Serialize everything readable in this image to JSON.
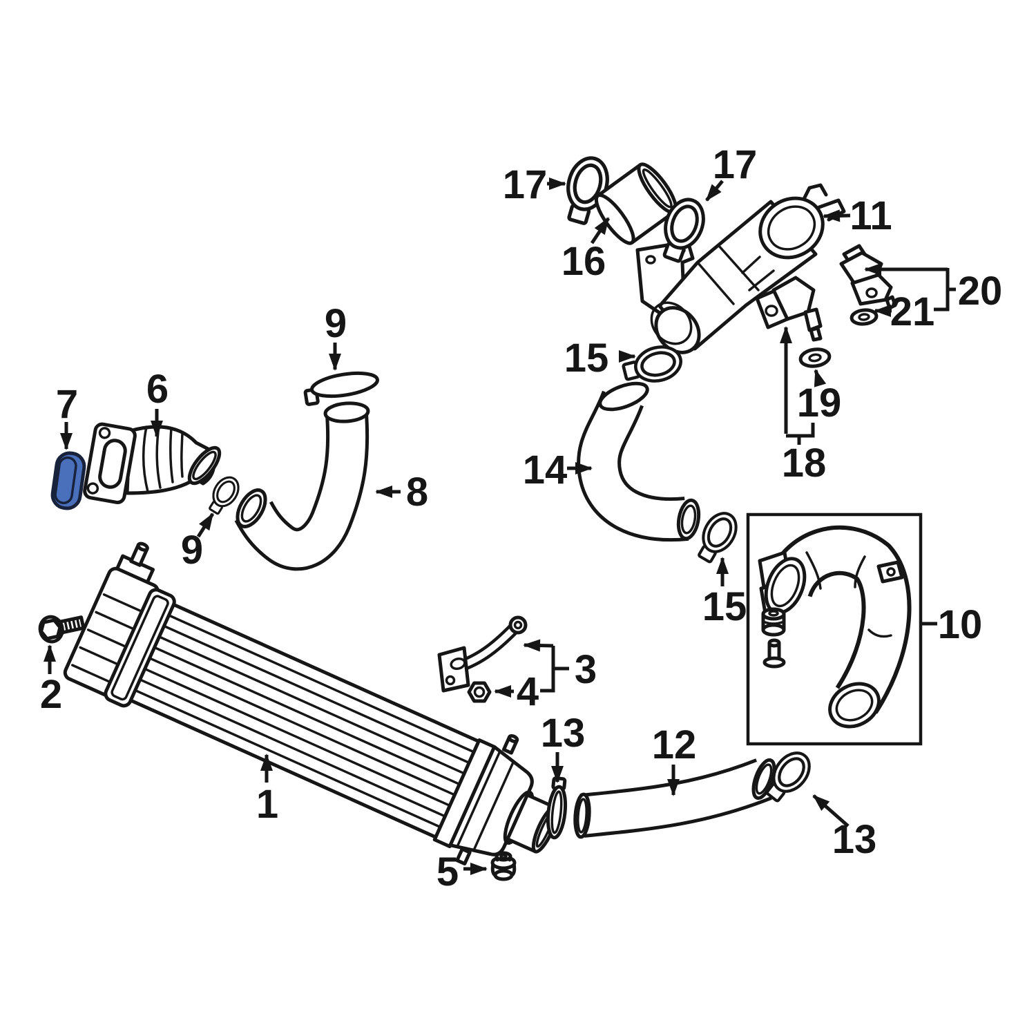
{
  "diagram": {
    "kind": "exploded-parts-diagram",
    "colors": {
      "background": "#ffffff",
      "line": "#161616",
      "highlight_fill": "#4a70bc",
      "highlight_stroke": "#18223b"
    },
    "highlighted_part_label": "7",
    "callouts": [
      {
        "label": "17",
        "part": "hose-clamp"
      },
      {
        "label": "16",
        "part": "air-hose-sleeve"
      },
      {
        "label": "17",
        "part": "hose-clamp"
      },
      {
        "label": "11",
        "part": "intake-pipe-assembly"
      },
      {
        "label": "20",
        "part": "sensor"
      },
      {
        "label": "21",
        "part": "washer"
      },
      {
        "label": "15",
        "part": "hose-clamp"
      },
      {
        "label": "19",
        "part": "washer"
      },
      {
        "label": "18",
        "part": "sensor"
      },
      {
        "label": "14",
        "part": "inlet-hose"
      },
      {
        "label": "15",
        "part": "hose-clamp"
      },
      {
        "label": "10",
        "part": "air-duct-kit"
      },
      {
        "label": "9",
        "part": "hose-clamp"
      },
      {
        "label": "8",
        "part": "outlet-hose"
      },
      {
        "label": "7",
        "part": "gasket-highlighted"
      },
      {
        "label": "6",
        "part": "outlet-elbow-pipe"
      },
      {
        "label": "9",
        "part": "hose-clamp"
      },
      {
        "label": "2",
        "part": "bolt"
      },
      {
        "label": "1",
        "part": "intercooler"
      },
      {
        "label": "3",
        "part": "bracket"
      },
      {
        "label": "4",
        "part": "nut"
      },
      {
        "label": "13",
        "part": "hose-clamp"
      },
      {
        "label": "12",
        "part": "outlet-pipe"
      },
      {
        "label": "13",
        "part": "hose-clamp"
      },
      {
        "label": "5",
        "part": "rubber-mount"
      }
    ]
  }
}
